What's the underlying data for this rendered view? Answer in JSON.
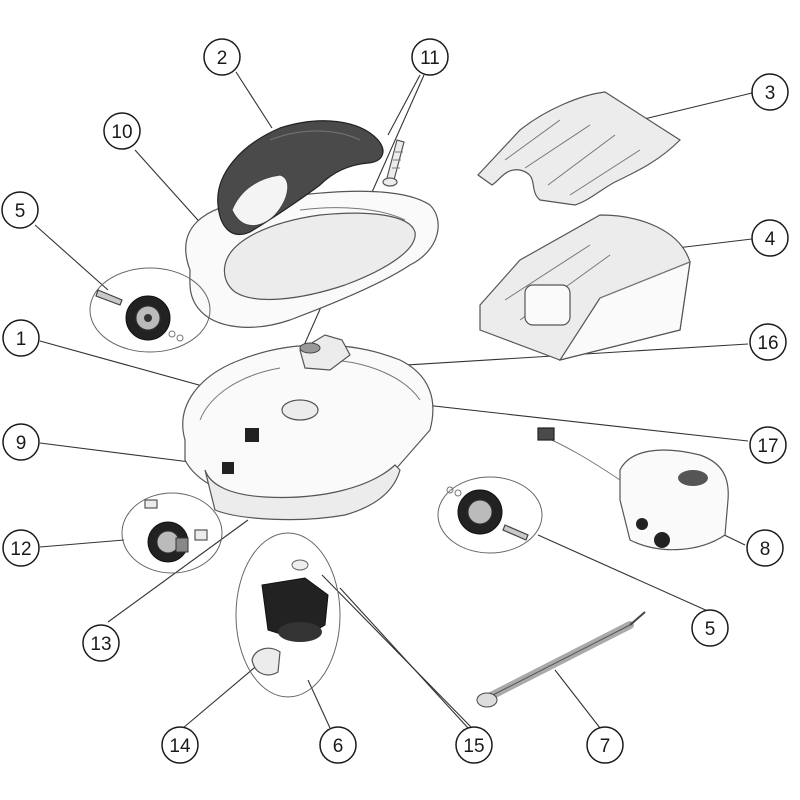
{
  "callouts": [
    {
      "id": "callout-2",
      "label": "2"
    },
    {
      "id": "callout-11",
      "label": "11"
    },
    {
      "id": "callout-3",
      "label": "3"
    },
    {
      "id": "callout-10",
      "label": "10"
    },
    {
      "id": "callout-5a",
      "label": "5"
    },
    {
      "id": "callout-4",
      "label": "4"
    },
    {
      "id": "callout-1",
      "label": "1"
    },
    {
      "id": "callout-16",
      "label": "16"
    },
    {
      "id": "callout-9",
      "label": "9"
    },
    {
      "id": "callout-17",
      "label": "17"
    },
    {
      "id": "callout-12",
      "label": "12"
    },
    {
      "id": "callout-8",
      "label": "8"
    },
    {
      "id": "callout-13",
      "label": "13"
    },
    {
      "id": "callout-5b",
      "label": "5"
    },
    {
      "id": "callout-14",
      "label": "14"
    },
    {
      "id": "callout-6",
      "label": "6"
    },
    {
      "id": "callout-15",
      "label": "15"
    },
    {
      "id": "callout-7",
      "label": "7"
    }
  ]
}
